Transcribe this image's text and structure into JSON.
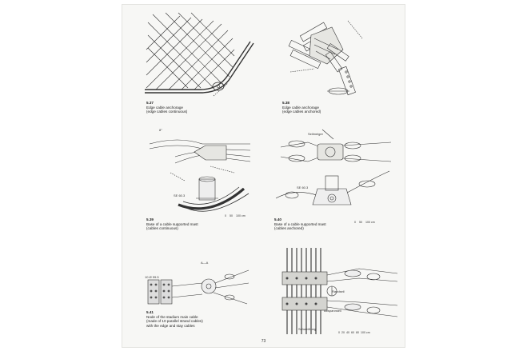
{
  "page_number": "73",
  "figures": [
    {
      "id": "5.37",
      "title": "Edge cable anchorage",
      "subtitle": "(edge cables continuous)"
    },
    {
      "id": "5.38",
      "title": "Edge cable anchorage",
      "subtitle": "(edge cables anchored)"
    },
    {
      "id": "5.39",
      "title": "Base of a cable supported mast",
      "subtitle": "(cables continuous)",
      "scale": [
        "0",
        "50",
        "100 cm"
      ]
    },
    {
      "id": "5.40",
      "title": "Base of a cable supported mast",
      "subtitle": "(cables anchored)",
      "scale": [
        "0",
        "50",
        "100 cm"
      ]
    },
    {
      "id": "5.41",
      "title": "Node of the stadium main cable",
      "subtitle": "(made of 10 parallel strand cables)",
      "subtitle2": "with the edge and stay cables"
    }
  ],
  "drawing_labels": {
    "fig539_angle": "8°",
    "fig539_section": "SE 60.3",
    "fig540_label": "Seilmeiger",
    "fig540_section": "SE 60.3",
    "fig541_section": "A—A",
    "fig541_label_a": "10 Ø 99.5",
    "fig542_label_a": "Randseil",
    "fig542_label_b": "Abspannseil",
    "fig542_label_c": "Schweißung",
    "fig542_scale": [
      "0",
      "20",
      "40",
      "60",
      "80",
      "100 cm"
    ]
  }
}
